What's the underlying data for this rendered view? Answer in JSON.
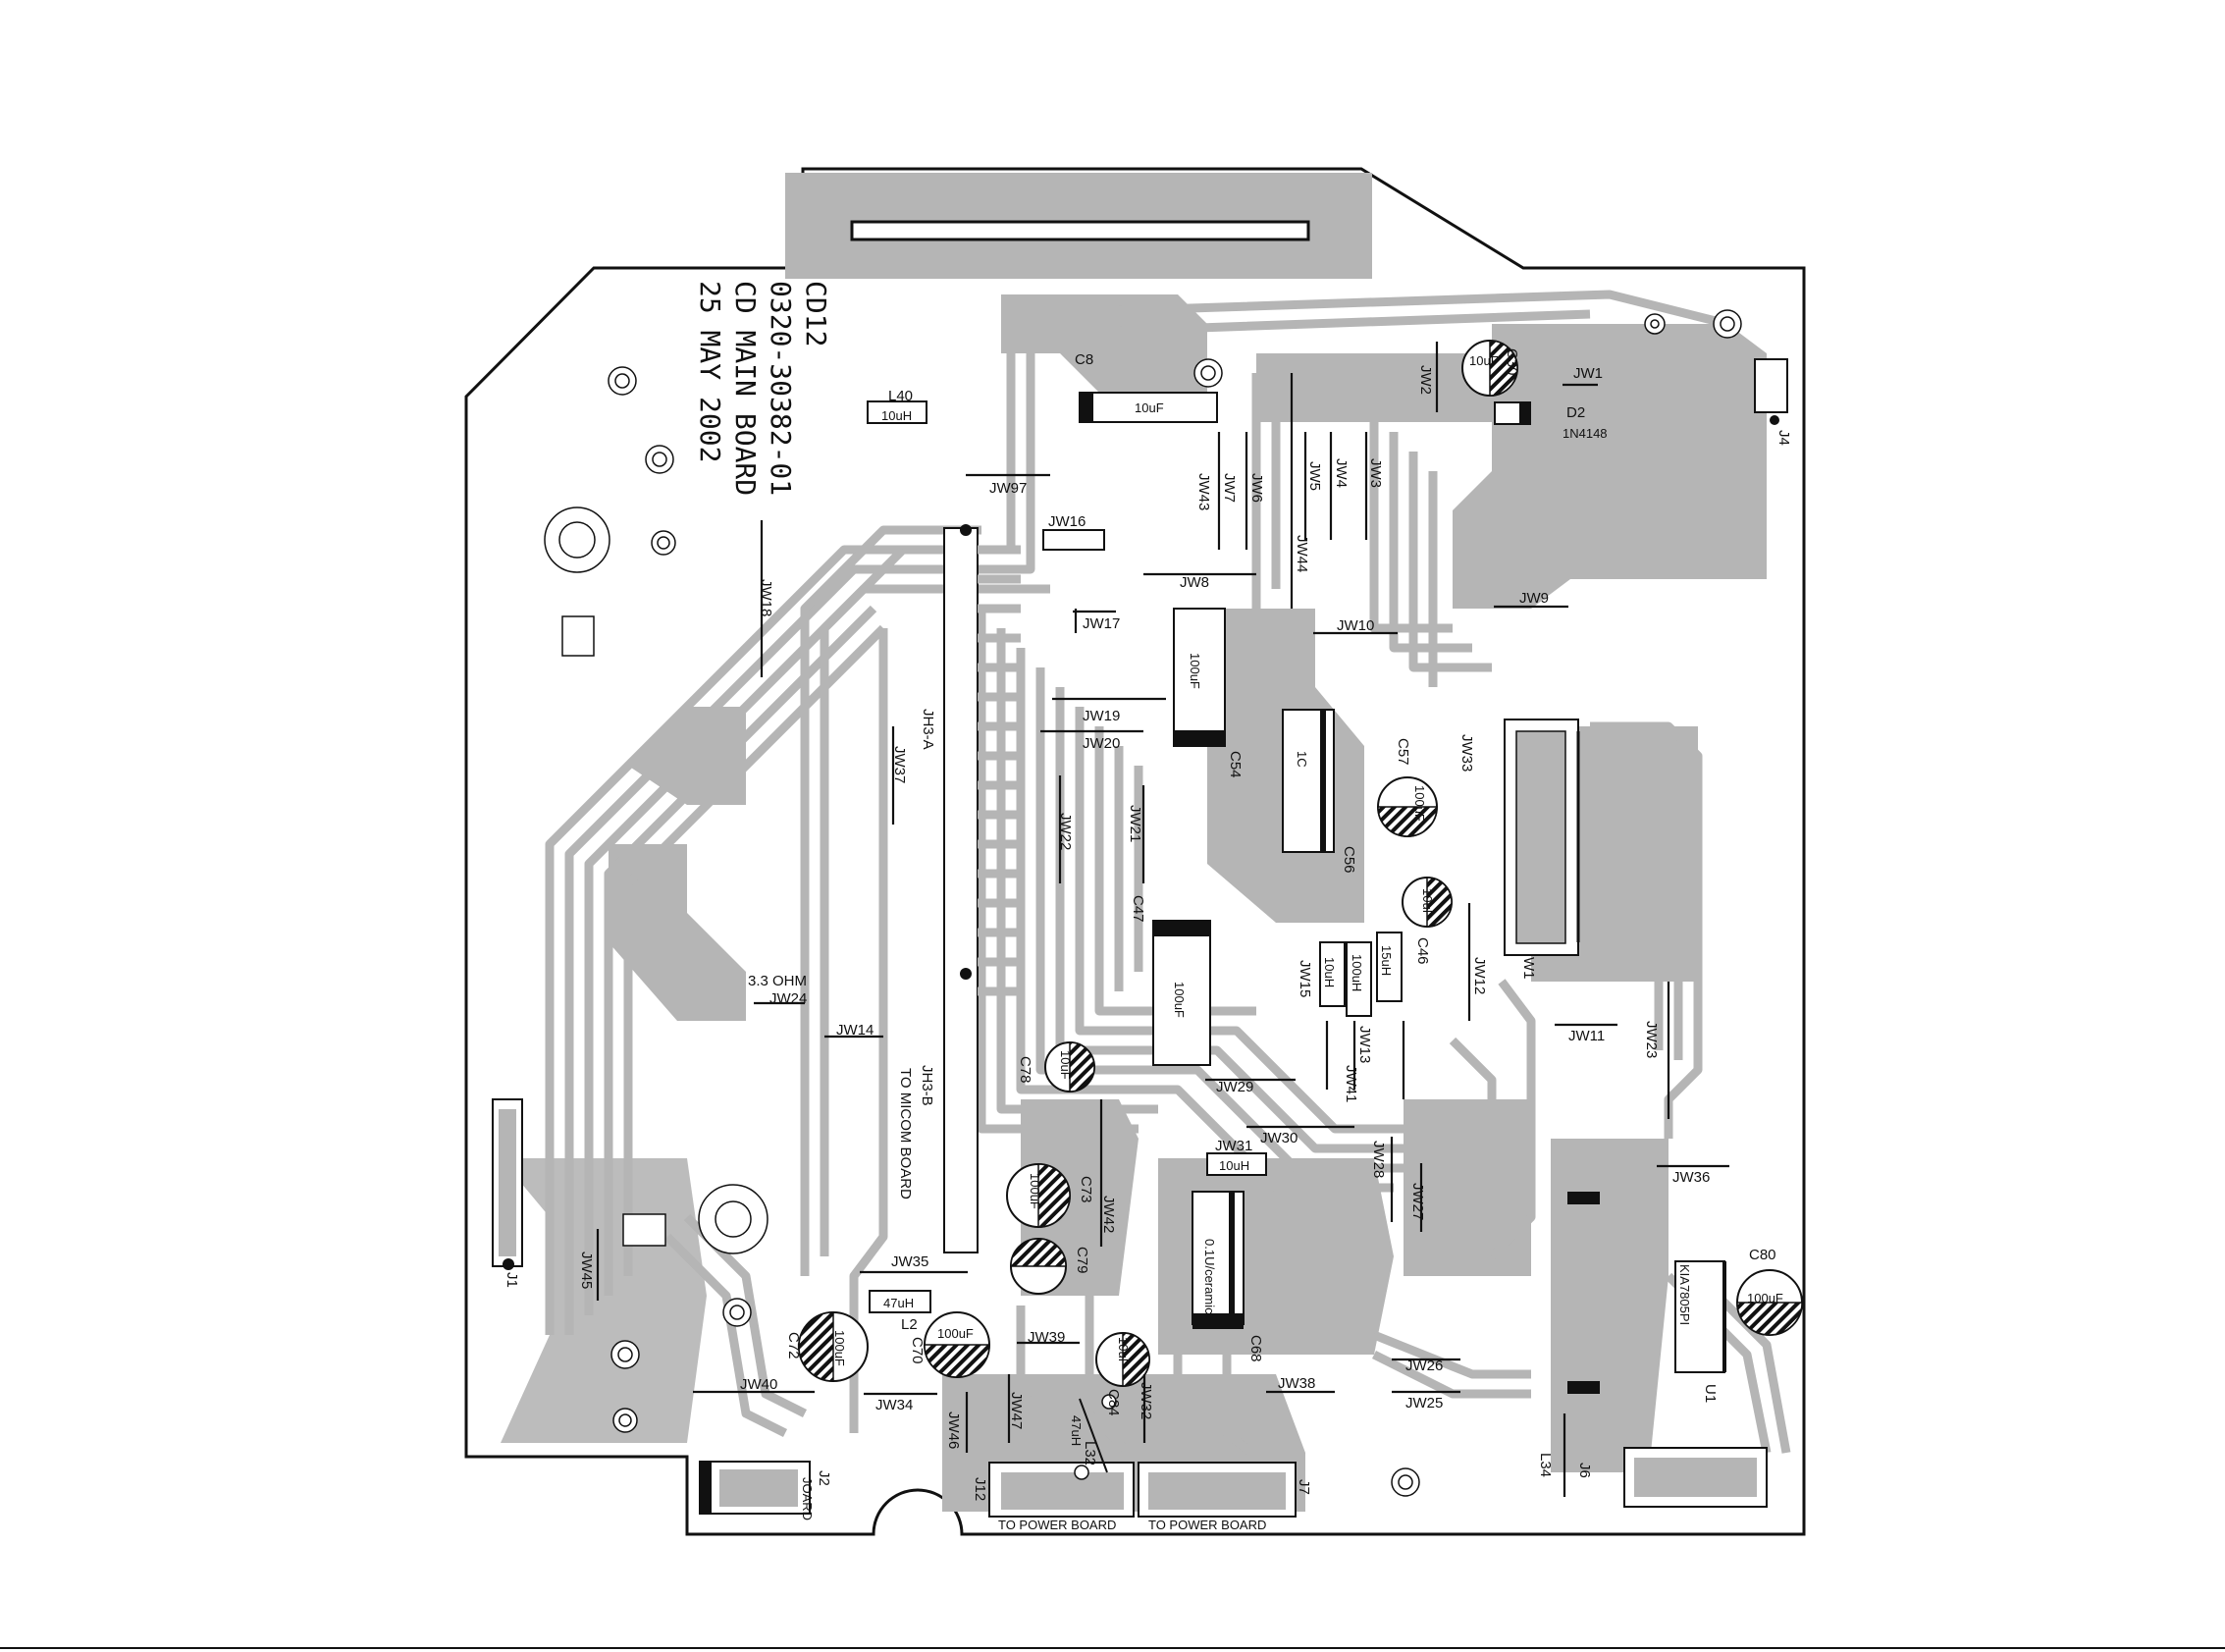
{
  "board": {
    "title_lines": [
      "CD12",
      "0320-30382-01",
      "CD MAIN BOARD",
      "25 MAY 2002"
    ]
  },
  "connectors": {
    "to_micom": "TO MICOM BOARD",
    "to_power_1": "TO POWER BOARD",
    "to_power_2": "TO POWER BOARD",
    "jh3a": "JH3-A",
    "jh3b": "JH3-B",
    "j1": "J1",
    "j2": "J2",
    "j2_note": "JOARD",
    "j4": "J4",
    "j6": "J6",
    "j7": "J7",
    "j12": "J12",
    "w1": "W1"
  },
  "jumpers": {
    "jw1": "JW1",
    "jw2": "JW2",
    "jw3": "JW3",
    "jw4": "JW4",
    "jw5": "JW5",
    "jw6": "JW6",
    "jw7": "JW7",
    "jw8": "JW8",
    "jw9": "JW9",
    "jw10": "JW10",
    "jw11": "JW11",
    "jw12": "JW12",
    "jw13": "JW13",
    "jw14": "JW14",
    "jw15": "JW15",
    "jw16": "JW16",
    "jw17": "JW17",
    "jw18": "JW18",
    "jw19": "JW19",
    "jw20": "JW20",
    "jw21": "JW21",
    "jw22": "JW22",
    "jw23": "JW23",
    "jw24": "JW24",
    "jw25": "JW25",
    "jw26": "JW26",
    "jw27": "JW27",
    "jw28": "JW28",
    "jw29": "JW29",
    "jw30": "JW30",
    "jw31": "JW31",
    "jw32": "JW32",
    "jw33": "JW33",
    "jw34": "JW34",
    "jw35": "JW35",
    "jw36": "JW36",
    "jw37": "JW37",
    "jw38": "JW38",
    "jw39": "JW39",
    "jw40": "JW40",
    "jw41": "JW41",
    "jw42": "JW42",
    "jw43": "JW43",
    "jw44": "JW44",
    "jw45": "JW45",
    "jw46": "JW46",
    "jw47": "JW47",
    "jw97": "JW97"
  },
  "components": {
    "l40": "L40",
    "l40_val": "10uH",
    "c8": "C8",
    "c8_val": "10uF",
    "c30": "C30",
    "c30_val": "10uF",
    "d2": "D2",
    "d2_val": "1N4148",
    "c54": "C54",
    "c54_val": "100uF",
    "c57": "C57",
    "c57_val": "100uF",
    "c56": "C56",
    "c56_val": "1C",
    "c46": "C46",
    "c46_val": "10uF",
    "c47": "C47",
    "c47_val": "100uF",
    "l_10uh": "10uH",
    "l_100uh": "100uH",
    "l_15uh": "15uH",
    "ohm": "3.3 OHM",
    "c78": "C78",
    "c78_val": "10uF",
    "c73": "C73",
    "c73_val": "100uF",
    "c79": "C79",
    "jw31_val": "10uH",
    "c68": "C68",
    "c68_val": "0.1U/ceramic",
    "c80": "C80",
    "c80_val": "100uF",
    "u1": "U1",
    "u1_val": "KIA7805PI",
    "l2": "L2",
    "l2_val": "47uH",
    "c72": "C72",
    "c72_val": "100uF",
    "c70": "C70",
    "c70_val": "100uF",
    "c84": "C84",
    "c84_val": "10uF",
    "l32": "L32",
    "l32_val": "47uH",
    "l34": "L34"
  }
}
